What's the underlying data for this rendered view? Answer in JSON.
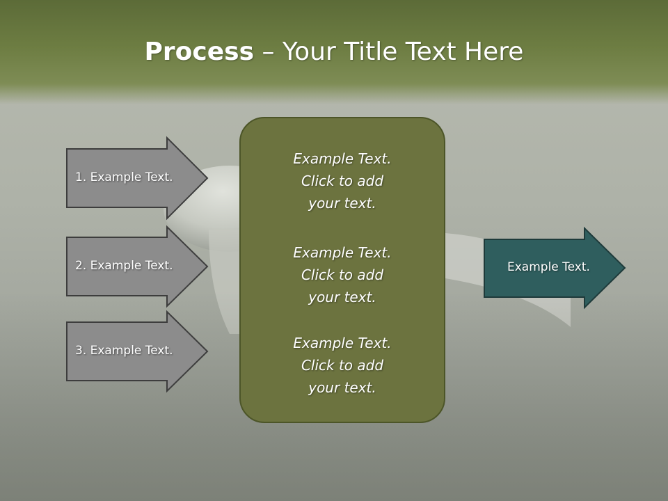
{
  "title": {
    "bold": "Process",
    "rest": " – Your Title Text Here"
  },
  "left_items": [
    {
      "label": "1. Example Text."
    },
    {
      "label": "2. Example Text."
    },
    {
      "label": "3. Example Text."
    }
  ],
  "center_blocks": [
    {
      "line1": "Example Text.",
      "line2": "Click  to add",
      "line3": "your text."
    },
    {
      "line1": "Example Text.",
      "line2": "Click  to add",
      "line3": "your text."
    },
    {
      "line1": "Example Text.",
      "line2": "Click  to add",
      "line3": "your text."
    }
  ],
  "right_item": {
    "label": "Example Text."
  },
  "colors": {
    "title_band": "#6d7d42",
    "left_arrow_fill": "#8c8c8c",
    "center_box_fill": "#6c733f",
    "right_arrow_fill": "#2f5e5e"
  }
}
